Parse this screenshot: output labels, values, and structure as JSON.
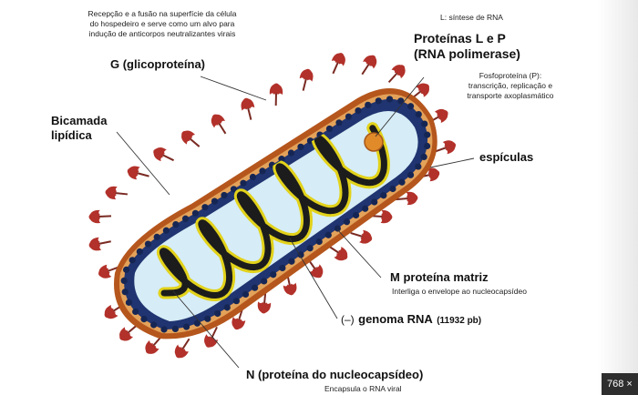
{
  "labels": {
    "top_left_note": [
      "Recepção e a fusão na superfície da célula",
      "do hospedeiro e serve como um alvo para",
      "indução de anticorpos neutralizantes virais"
    ],
    "g_protein": "G (glicoproteína)",
    "bilayer": [
      "Bicamada",
      "lipídica"
    ],
    "l_note": "L: síntese de RNA",
    "lp_title": [
      "Proteínas L e P",
      "(RNA polimerase)"
    ],
    "p_note": [
      "Fosfoproteína (P):",
      "transcrição,  replicação e",
      "transporte axoplasmático"
    ],
    "spicules": "espículas",
    "m_protein": "M proteína matriz",
    "m_note": "Interliga o envelope ao nucleocapsídeo",
    "genome_sign": "(–)",
    "genome": "genoma RNA",
    "genome_size": "(11932 pb)",
    "n_protein": "N (proteína do nucleocapsídeo)",
    "n_note": "Encapsula o RNA viral"
  },
  "corner_badge": "768 ×",
  "colors": {
    "envelope": "#b5561d",
    "envelope_inner": "#e3a25a",
    "matrix": "#1f3470",
    "lumen": "#d6ecf6",
    "spike": "#b2312a",
    "coil_dark": "#1c1c1c",
    "coil_yellow": "#e2d21a",
    "polymerase": "#e08a2a"
  }
}
